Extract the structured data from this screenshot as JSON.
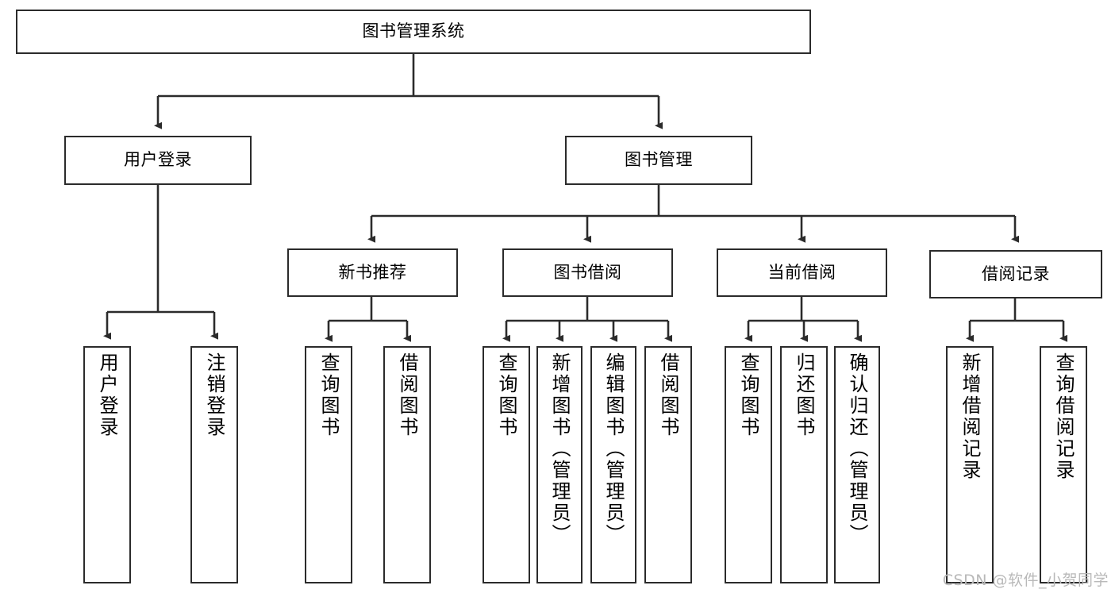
{
  "diagram": {
    "title": "图书管理系统",
    "type": "hierarchy-tree",
    "levels": 4,
    "colors": {
      "background": "#ffffff",
      "node_border": "#2b2b2b",
      "node_fill": "#ffffff",
      "edge": "#2b2b2b",
      "text": "#000000",
      "watermark": "#b9b9b9"
    },
    "root": {
      "label": "图书管理系统",
      "orientation": "horizontal"
    },
    "level2": [
      {
        "label": "用户登录",
        "orientation": "horizontal"
      },
      {
        "label": "图书管理",
        "orientation": "horizontal"
      }
    ],
    "level3": [
      {
        "label": "新书推荐",
        "orientation": "horizontal"
      },
      {
        "label": "图书借阅",
        "orientation": "horizontal"
      },
      {
        "label": "当前借阅",
        "orientation": "horizontal"
      },
      {
        "label": "借阅记录",
        "orientation": "horizontal"
      }
    ],
    "leaves": {
      "user_login": [
        {
          "label": "用户登录",
          "orientation": "vertical"
        },
        {
          "label": "注销登录",
          "orientation": "vertical"
        }
      ],
      "new_book_recommend": [
        {
          "label": "查询图书",
          "orientation": "vertical"
        },
        {
          "label": "借阅图书",
          "orientation": "vertical"
        }
      ],
      "book_borrow": [
        {
          "label": "查询图书",
          "orientation": "vertical"
        },
        {
          "label": "新增图书（管理员）",
          "orientation": "vertical"
        },
        {
          "label": "编辑图书（管理员）",
          "orientation": "vertical"
        },
        {
          "label": "借阅图书",
          "orientation": "vertical"
        }
      ],
      "current_borrow": [
        {
          "label": "查询图书",
          "orientation": "vertical"
        },
        {
          "label": "归还图书",
          "orientation": "vertical"
        },
        {
          "label": "确认归还（管理员）",
          "orientation": "vertical"
        }
      ],
      "borrow_record": [
        {
          "label": "新增借阅记录",
          "orientation": "vertical"
        },
        {
          "label": "查询借阅记录",
          "orientation": "vertical"
        }
      ]
    }
  },
  "watermark": {
    "text": "CSDN @软件_小贺同学"
  }
}
